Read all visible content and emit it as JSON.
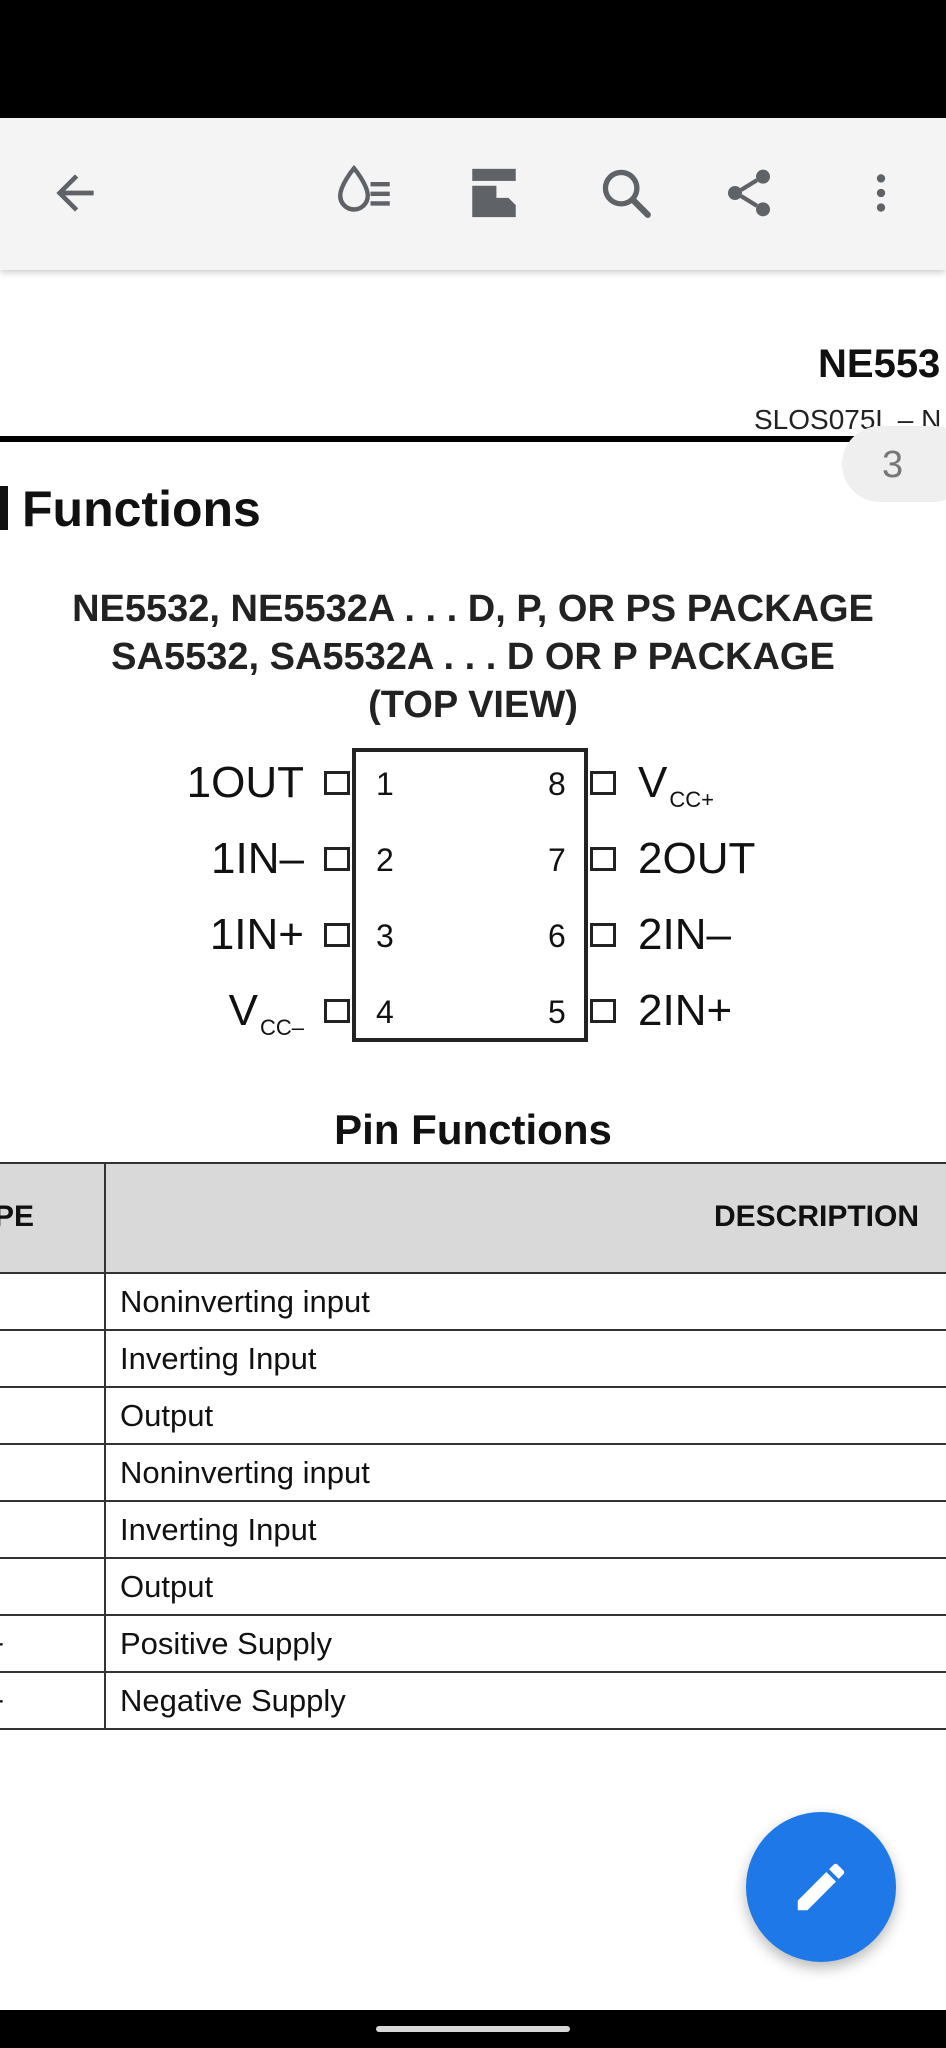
{
  "toolbar": {
    "icons": [
      "back-arrow-icon",
      "reading-mode-icon",
      "page-layout-icon",
      "search-icon",
      "share-icon",
      "more-options-icon"
    ]
  },
  "document": {
    "title": "NE553",
    "code": "SLOS075L – N",
    "page_indicator": "3",
    "section_heading": "Functions",
    "package_lines": [
      "NE5532, NE5532A . . . D, P, OR PS PACKAGE",
      "SA5532, SA5532A . . . D OR P PACKAGE",
      "(TOP VIEW)"
    ]
  },
  "pinout": {
    "left_pins": [
      {
        "num": "1",
        "label": "1OUT",
        "sub": ""
      },
      {
        "num": "2",
        "label": "1IN–",
        "sub": ""
      },
      {
        "num": "3",
        "label": "1IN+",
        "sub": ""
      },
      {
        "num": "4",
        "label": "V",
        "sub": "CC–"
      }
    ],
    "right_pins": [
      {
        "num": "8",
        "label": "V",
        "sub": "CC+"
      },
      {
        "num": "7",
        "label": "2OUT",
        "sub": ""
      },
      {
        "num": "6",
        "label": "2IN–",
        "sub": ""
      },
      {
        "num": "5",
        "label": "2IN+",
        "sub": ""
      }
    ]
  },
  "pin_table": {
    "title": "Pin Functions",
    "header_type": "PE",
    "header_description": "DESCRIPTION",
    "rows": [
      {
        "type": "",
        "description": "Noninverting input"
      },
      {
        "type": "",
        "description": "Inverting Input"
      },
      {
        "type": "",
        "description": "Output"
      },
      {
        "type": "",
        "description": "Noninverting input"
      },
      {
        "type": "",
        "description": "Inverting Input"
      },
      {
        "type": "",
        "description": "Output"
      },
      {
        "type": "-",
        "description": "Positive Supply"
      },
      {
        "type": "-",
        "description": "Negative Supply"
      }
    ]
  },
  "fab": {
    "icon": "edit-pencil-icon"
  },
  "colors": {
    "accent": "#1e78e8",
    "toolbar_bg": "#f4f4f4",
    "table_header_bg": "#d9d9d9"
  }
}
